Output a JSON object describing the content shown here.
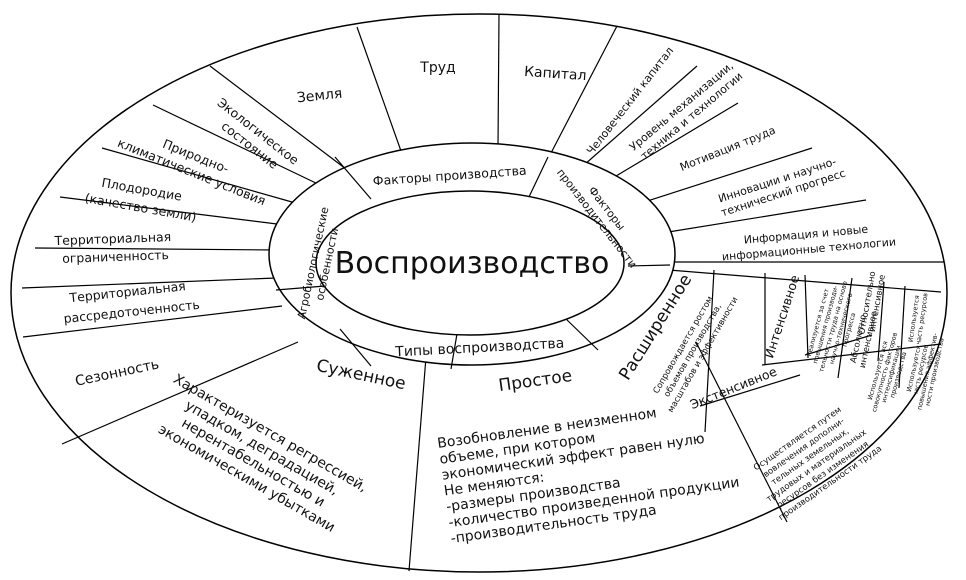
{
  "center": "Воспроизводство",
  "inner_ring": {
    "factors_of_production": "Факторы производства",
    "agro": [
      "Агробиологические",
      "особенности"
    ],
    "productivity": [
      "Факторы",
      "производительности"
    ],
    "types": "Типы воспроизводства",
    "narrowed": "Суженное",
    "simple": "Простое",
    "extended": "Расширенное"
  },
  "production_factors": {
    "land": "Земля",
    "labor": "Труд",
    "capital": "Капитал"
  },
  "agro_items": {
    "ecological": [
      "Экологическое",
      "состояние"
    ],
    "climatic": [
      "Природно-",
      "климатические условия"
    ],
    "fertility": [
      "Плодородие",
      "(качество земли)"
    ],
    "limited": [
      "Территориальная",
      "ограниченность"
    ],
    "dispersed": [
      "Территориальная",
      "рассредоточенность"
    ],
    "seasonality": "Сезонность"
  },
  "productivity_items": {
    "human_capital": "Человеческий капитал",
    "mechanization": [
      "Уровень механизации,",
      "техника и технологии"
    ],
    "motivation": "Мотивация труда",
    "innovation": [
      "Инновации и научно-",
      "технический прогресс"
    ],
    "information": [
      "Информация и новые",
      "информационные технологии"
    ]
  },
  "extended_detail": {
    "description": [
      "Сопровождается ростом",
      "объемов производства,",
      "масштабов и эффективности"
    ],
    "intensive": "Интенсивное",
    "intensive_desc": [
      "Реализуется за счет",
      "повышения производи-",
      "тельности труда на основе",
      "научно-технического",
      "прогресса"
    ],
    "extensive": "Экстенсивное",
    "extensive_desc": [
      "Осуществляется путем",
      "вовлечения дополни-",
      "тельных земельных,",
      "трудовых и материальных",
      "ресурсов без изменения",
      "производительности труда"
    ],
    "absolute": [
      "Абсолютно",
      "интенсивное"
    ],
    "absolute_desc": [
      "Используется вся",
      "совокупность факторов",
      "интенсификации",
      "производства"
    ],
    "relative": [
      "Относительно",
      "интенсивное"
    ],
    "relative_desc": [
      "Используется",
      "часть ресурсов",
      "повышения эффектив-",
      "ности производства"
    ],
    "uses_part": [
      "Используется",
      "часть ресурсов"
    ]
  },
  "narrowed_desc": [
    "Характеризуется регрессией,",
    "упадком, деградацией,",
    "нерентабельностью и",
    "экономическими убытками"
  ],
  "simple_desc": [
    "Возобновление в неизменном",
    "объеме, при котором",
    "экономический эффект равен нулю",
    "Не меняются:",
    "-размеры производства",
    "-количество произведенной продукции",
    "-производительность труда"
  ]
}
